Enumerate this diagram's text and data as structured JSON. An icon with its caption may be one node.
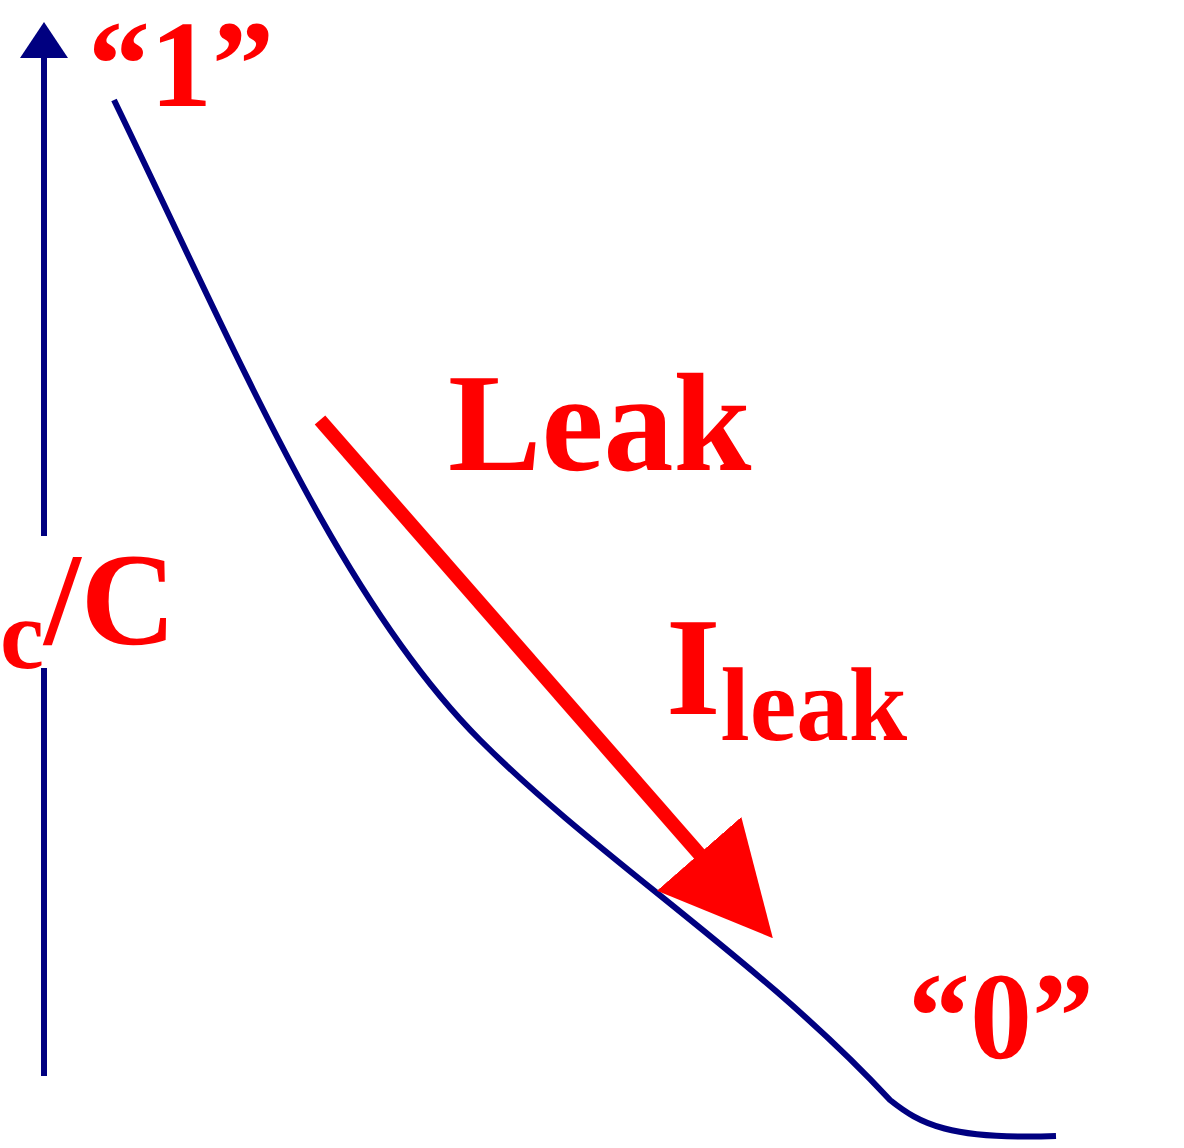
{
  "diagram": {
    "labels": [
      "“1”",
      "Leak",
      "I$_{leak}$",
      "$_{c}$/C",
      "“0”"
    ]
  }
}
